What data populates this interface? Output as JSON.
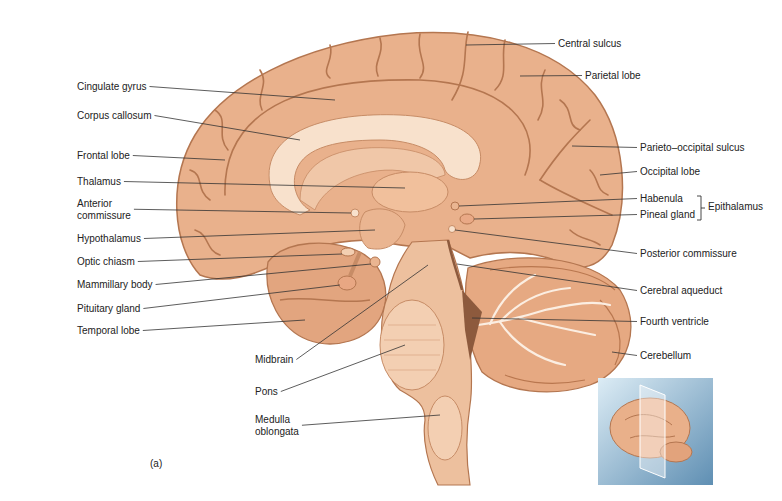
{
  "diagram": {
    "labels": [
      "Central sulcus",
      "Parietal lobe",
      "Cingulate gyrus",
      "Corpus callosum",
      "Frontal lobe",
      "Parieto–occipital sulcus",
      "Occipital lobe",
      "Thalamus",
      "Anterior commissure",
      "Habenula",
      "Epithalamus",
      "Pineal gland",
      "Hypothalamus",
      "Posterior commissure",
      "Optic chiasm",
      "Mammillary body",
      "Cerebral aqueduct",
      "Pituitary gland",
      "Fourth ventricle",
      "Temporal lobe",
      "Midbrain",
      "Cerebellum",
      "Pons",
      "Medulla oblongata",
      "(a)"
    ]
  }
}
